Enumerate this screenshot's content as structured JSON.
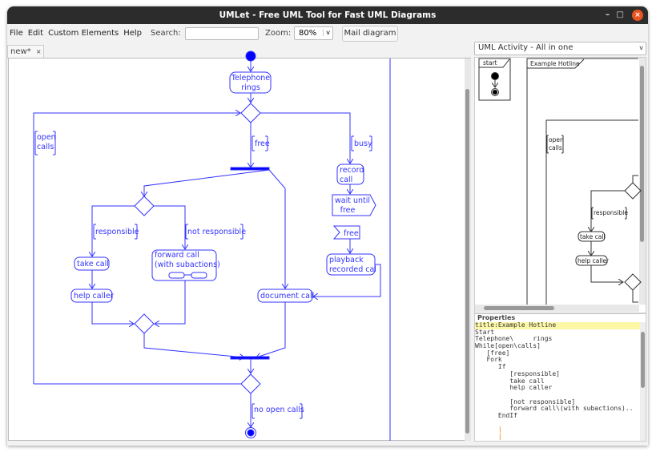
{
  "window": {
    "title": "UMLet - Free UML Tool for Fast UML Diagrams",
    "minimize": "–",
    "maximize": "□",
    "close": "×"
  },
  "menu": {
    "items": [
      "File",
      "Edit",
      "Custom Elements",
      "Help"
    ]
  },
  "toolbar": {
    "search_label": "Search:",
    "search_value": "",
    "zoom_label": "Zoom:",
    "zoom_value": "80%",
    "zoom_arrow": "v",
    "mail_button": "Mail diagram"
  },
  "tab": {
    "label": "new*",
    "close": "×"
  },
  "diagram": {
    "color": "#3333ff",
    "telephone": [
      "Telephone",
      "rings"
    ],
    "open_calls": [
      "open",
      "calls"
    ],
    "free": "free",
    "busy": "busy",
    "record_call": [
      "record",
      "call"
    ],
    "wait_until_free": [
      "wait until",
      "free"
    ],
    "free_signal": "free",
    "playback": [
      "playback",
      "recorded cal"
    ],
    "responsible": "responsible",
    "not_responsible": "not responsible",
    "take_call": "take call",
    "help_caller": "help caller",
    "forward_call": [
      "forward call",
      "(with subactions)"
    ],
    "document_call": "document call",
    "no_open_calls": "no open calls"
  },
  "palette": {
    "selected": "UML Activity - All in one",
    "start": "start",
    "example": "Example Hotline",
    "open_calls": [
      "open",
      "calls"
    ],
    "responsible": "responsible",
    "take_call": "take call",
    "help_caller": "help caller"
  },
  "properties": {
    "header": "Properties",
    "lines": [
      "title:Example Hotline",
      "Start",
      "Telephone\\     rings",
      "While[open\\calls]",
      "   [free]",
      "   Fork",
      "      If",
      "         [responsible]",
      "         take call",
      "         help caller",
      "",
      "         [not responsible]",
      "         forward call\\(with subactions)..",
      "      EndIf",
      "",
      "      |",
      "      |"
    ]
  }
}
